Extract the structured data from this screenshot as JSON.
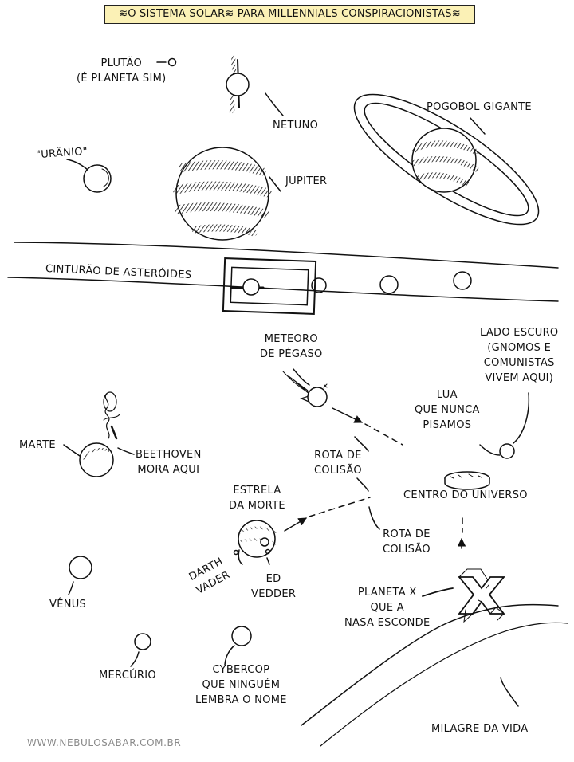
{
  "title": "≋O SISTEMA SOLAR≋ PARA MILLENNIALS CONSPIRACIONISTAS≋",
  "labels": {
    "plutao": "PLUTÃO\n(É PLANETA SIM)",
    "netuno": "NETUNO",
    "pogobol": "POGOBOL GIGANTE",
    "urano": "\"URÂNIO\"",
    "jupiter": "JÚPITER",
    "cinturao": "CINTURÃO DE ASTERÓIDES",
    "meteoro": "METEORO\nDE PÉGASO",
    "lado_escuro": "LADO ESCURO\n(GNOMOS E\nCOMUNISTAS\nVIVEM AQUI)",
    "lua": "LUA\nQUE NUNCA\nPISAMOS",
    "marte": "MARTE",
    "beethoven": "BEETHOVEN\nMORA AQUI",
    "rota1": "ROTA DE\nCOLISÃO",
    "rota2": "ROTA DE\nCOLISÃO",
    "centro": "CENTRO DO UNIVERSO",
    "estrela": "ESTRELA\nDA MORTE",
    "darth": "DARTH\nVADER",
    "ed": "ED\nVEDDER",
    "planeta_x": "PLANETA X\nQUE A\nNASA ESCONDE",
    "venus": "VÊNUS",
    "mercurio": "MERCÚRIO",
    "cybercop": "CYBERCOP\nQUE NINGUÉM\nLEMBRA O NOME",
    "milagre": "MILAGRE DA VIDA"
  },
  "footer": "WWW.NEBULOSABAR.COM.BR",
  "colors": {
    "title_bg": "#fbf1b6",
    "ink": "#111111",
    "footer": "#8a8a8a"
  }
}
